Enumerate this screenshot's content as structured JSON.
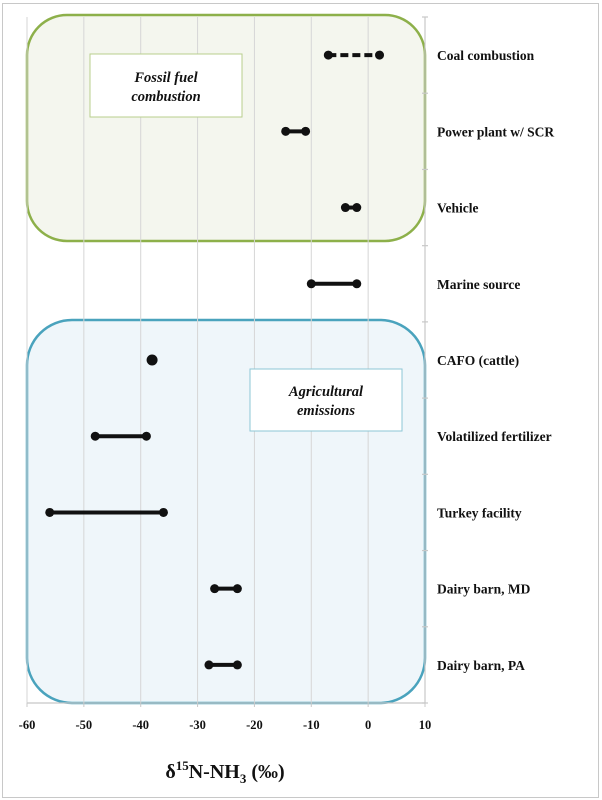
{
  "chart_data": {
    "type": "range-dot",
    "title": "",
    "xlabel": "δ15N-NH3 (‰)",
    "xlabel_parts": {
      "delta": "δ",
      "sup": "15",
      "main": "N-NH",
      "sub": "3",
      "unit": " (‰)"
    },
    "ylabel": "",
    "xlim": [
      -60,
      10
    ],
    "xticks": [
      -60,
      -50,
      -40,
      -30,
      -20,
      -10,
      0,
      10
    ],
    "xtick_labels": [
      "-60",
      "-50",
      "-40",
      "-30",
      "-20",
      "-10",
      "0",
      "10"
    ],
    "grid": "vertical",
    "categories": [
      "Coal combustion",
      "Power plant w/ SCR",
      "Vehicle",
      "Marine source",
      "CAFO (cattle)",
      "Volatilized fertilizer",
      "Turkey facility",
      "Dairy barn, MD",
      "Dairy barn, PA"
    ],
    "series": [
      {
        "name": "Coal combustion",
        "min": -7,
        "max": 2,
        "style": "dashed"
      },
      {
        "name": "Power plant w/ SCR",
        "min": -14.5,
        "max": -11,
        "style": "solid"
      },
      {
        "name": "Vehicle",
        "min": -4,
        "max": -2,
        "style": "solid"
      },
      {
        "name": "Marine source",
        "min": -10,
        "max": -2,
        "style": "solid"
      },
      {
        "name": "CAFO (cattle)",
        "min": -38,
        "max": -38,
        "style": "point"
      },
      {
        "name": "Volatilized fertilizer",
        "min": -48,
        "max": -39,
        "style": "solid"
      },
      {
        "name": "Turkey facility",
        "min": -56,
        "max": -36,
        "style": "solid"
      },
      {
        "name": "Dairy barn, MD",
        "min": -27,
        "max": -23,
        "style": "solid"
      },
      {
        "name": "Dairy barn, PA",
        "min": -28,
        "max": -23,
        "style": "solid"
      }
    ],
    "groups": [
      {
        "label_lines": [
          "Fossil fuel",
          "combustion"
        ],
        "categories": [
          "Coal combustion",
          "Power plant w/ SCR",
          "Vehicle"
        ],
        "border_color": "#8db04a",
        "fill_color": "#f4f6ee",
        "label_box_border": "#b9cf8c"
      },
      {
        "label_lines": [
          "Agricultural",
          "emissions"
        ],
        "categories": [
          "CAFO (cattle)",
          "Volatilized fertilizer",
          "Turkey facility",
          "Dairy barn, MD",
          "Dairy barn, PA"
        ],
        "border_color": "#4aa3bd",
        "fill_color": "#eff6fa",
        "label_box_border": "#8cc7d6"
      }
    ],
    "colors": {
      "marker": "#111111",
      "gridline": "#d6d6d6",
      "axis": "#c8c8c8"
    }
  }
}
